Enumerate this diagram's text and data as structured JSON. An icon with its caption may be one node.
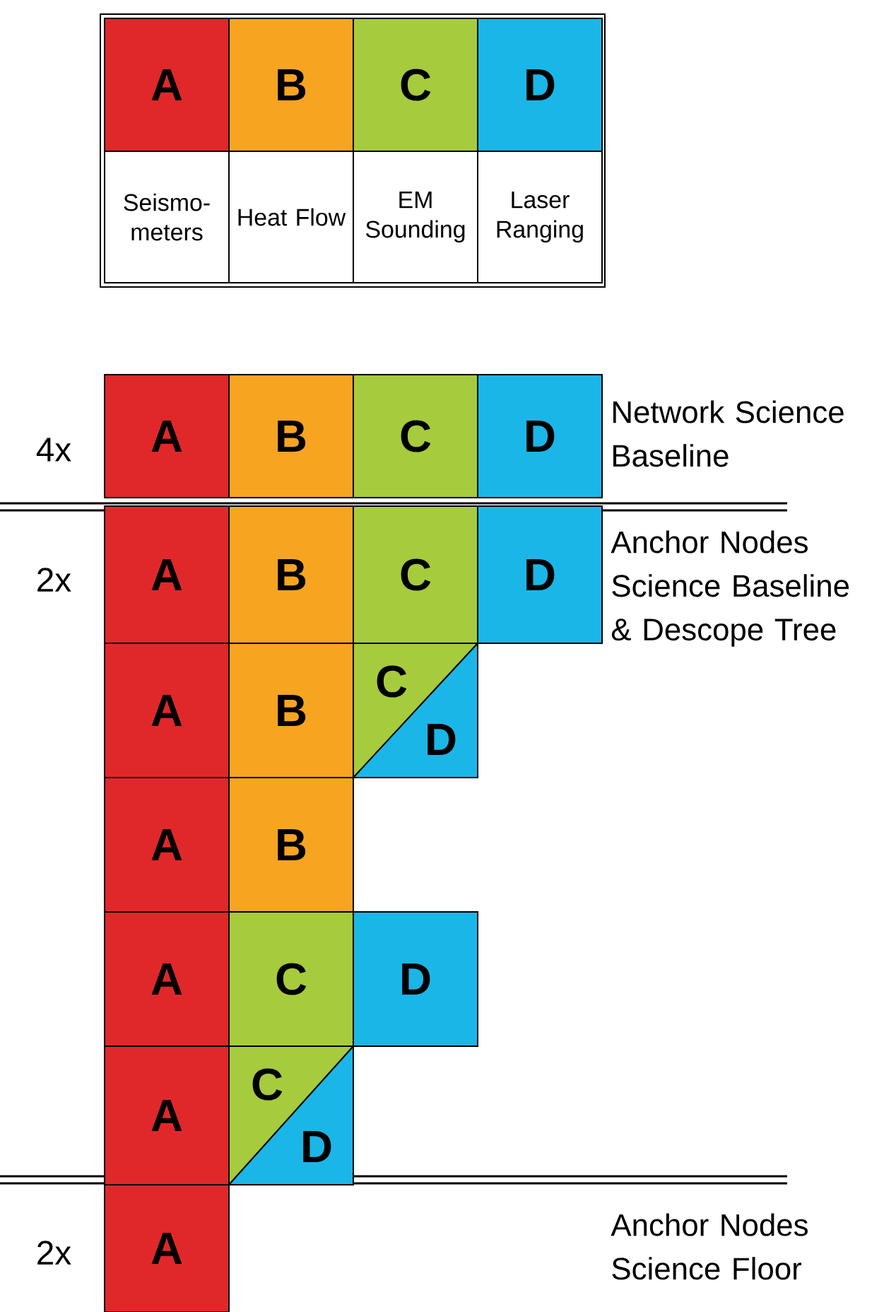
{
  "diagram": {
    "nodes": [
      {
        "text": [
          "A"
        ]
      },
      {
        "text": [
          "B"
        ]
      },
      {
        "text": [
          "C"
        ]
      },
      {
        "text": [
          "D"
        ]
      },
      {
        "text": [
          "Seismo-meters"
        ]
      },
      {
        "text": [
          "Heat Flow"
        ]
      },
      {
        "text": [
          "EM Sounding"
        ]
      },
      {
        "text": [
          "Laser Ranging"
        ]
      },
      {
        "text": [
          "A"
        ]
      },
      {
        "text": [
          "B"
        ]
      },
      {
        "text": [
          "C"
        ]
      },
      {
        "text": [
          "D"
        ]
      },
      {
        "text": [
          "A"
        ]
      },
      {
        "text": [
          "B"
        ]
      },
      {
        "text": [
          "C"
        ]
      },
      {
        "text": [
          "D"
        ]
      },
      {
        "text": [
          "A"
        ]
      },
      {
        "text": [
          "B"
        ]
      },
      {
        "text": [
          "C"
        ]
      },
      {
        "text": [
          "D"
        ]
      },
      {
        "text": [
          "A"
        ]
      },
      {
        "text": [
          "B"
        ]
      },
      {
        "text": [
          "A"
        ]
      },
      {
        "text": [
          "C"
        ]
      },
      {
        "text": [
          "D"
        ]
      },
      {
        "text": [
          "A"
        ]
      },
      {
        "text": [
          "C"
        ]
      },
      {
        "text": [
          "D"
        ]
      },
      {
        "text": [
          "A"
        ]
      }
    ],
    "labels": [
      "4x",
      "Network Science Baseline",
      "2x",
      "Anchor Nodes Science Baseline & Descope Tree",
      "2x",
      "Anchor Nodes Science Floor"
    ]
  }
}
